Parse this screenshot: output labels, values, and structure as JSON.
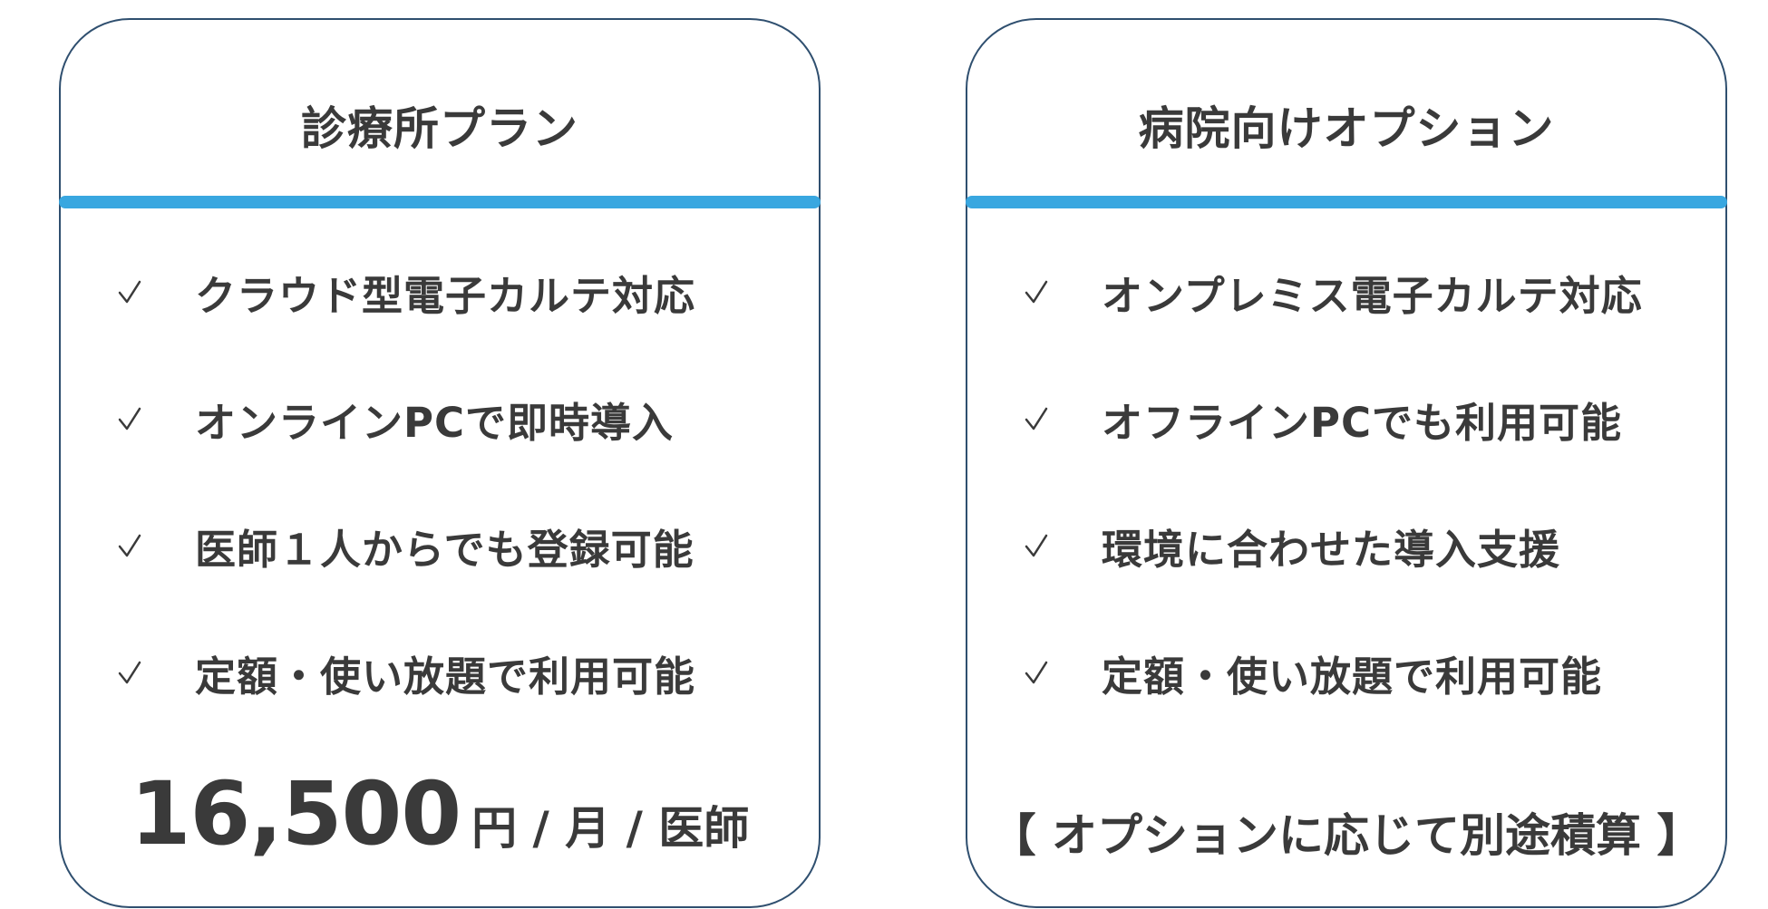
{
  "colors": {
    "accent": "#39a7e0",
    "border": "#2f4f6f",
    "text": "#3a3a3a"
  },
  "cards": [
    {
      "title": "診療所プラン",
      "features": [
        "クラウド型電子カルテ対応",
        "オンラインPCで即時導入",
        "医師１人からでも登録可能",
        "定額・使い放題で利用可能"
      ],
      "price_amount": "16,500",
      "price_unit": "円 / 月 / 医師"
    },
    {
      "title": "病院向けオプション",
      "features": [
        "オンプレミス電子カルテ対応",
        "オフラインPCでも利用可能",
        "環境に合わせた導入支援",
        "定額・使い放題で利用可能"
      ],
      "note": "【 オプションに応じて別途積算 】"
    }
  ],
  "icons": {
    "check": "check-icon"
  }
}
